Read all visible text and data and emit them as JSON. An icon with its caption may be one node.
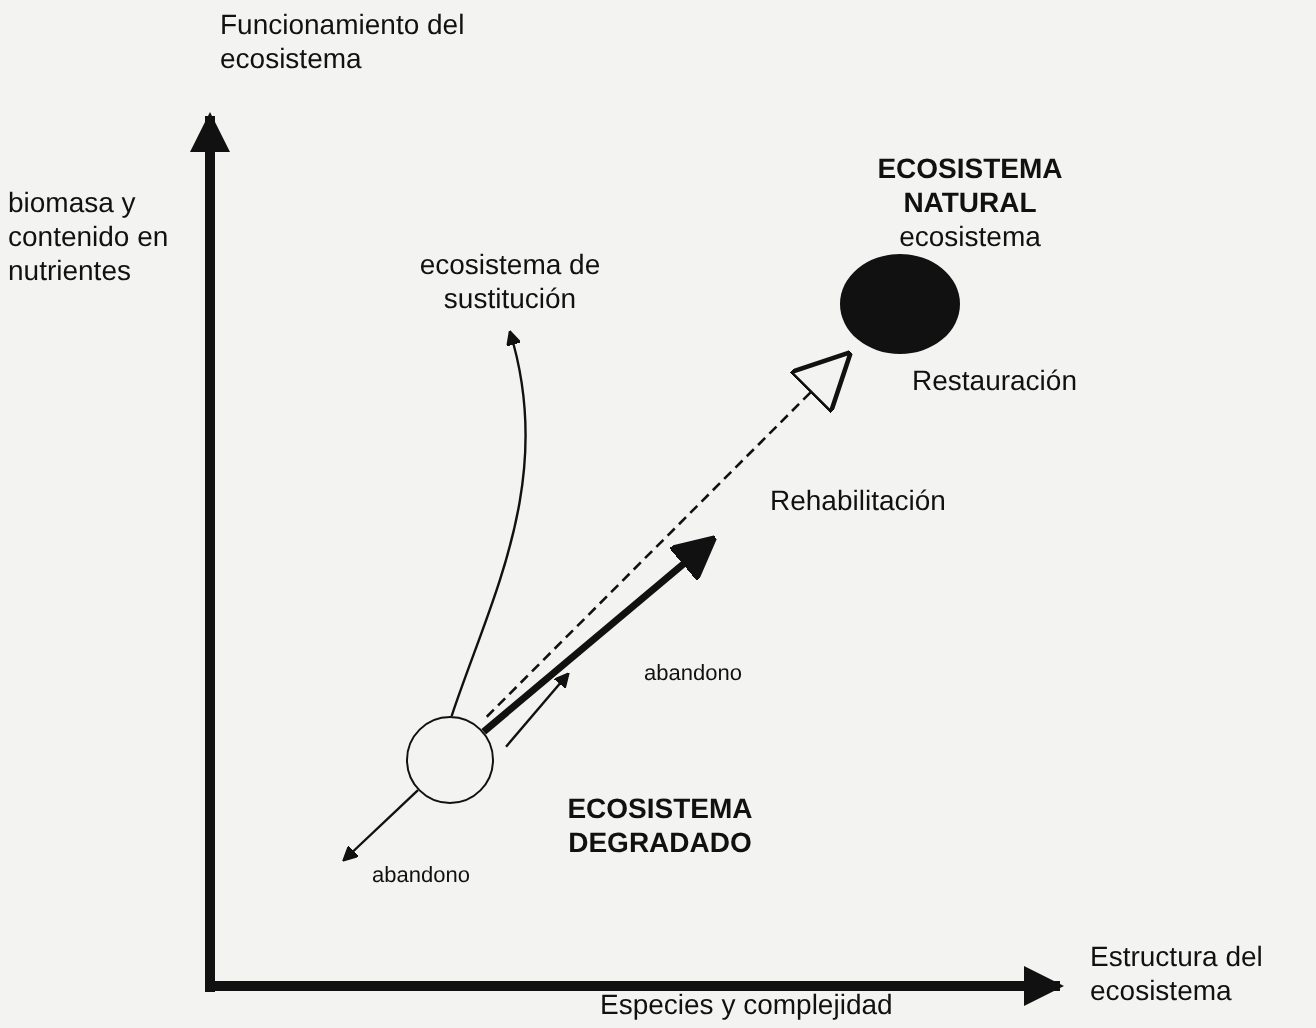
{
  "diagram": {
    "nodes": [
      {
        "text": [],
        "shape": "circle",
        "beside": [
          "ECOSISTEMA DEGRADADO"
        ]
      },
      {
        "text": [],
        "shape": "circle",
        "beside": [
          "ECOSISTEMA NATURAL",
          "ecosistema"
        ]
      },
      {
        "text": [
          "ecosistema de sustitución"
        ]
      }
    ],
    "edges": [
      {
        "from": 0,
        "to": 1,
        "arrow": "to",
        "label": "Restauración",
        "style": "dashed"
      },
      {
        "from": 0,
        "to": null,
        "arrow": "to",
        "label": "Rehabilitación",
        "style": "thick"
      },
      {
        "from": 0,
        "to": null,
        "arrow": "to",
        "label": "abandono"
      },
      {
        "from": 0,
        "to": null,
        "arrow": "to",
        "label": "abandono"
      },
      {
        "from": 0,
        "to": 2,
        "arrow": "to"
      }
    ],
    "labels": [
      "Funcionamiento del ecosistema",
      "biomasa y contenido en nutrientes",
      "Estructura del ecosistema",
      "Especies y complejidad"
    ]
  }
}
